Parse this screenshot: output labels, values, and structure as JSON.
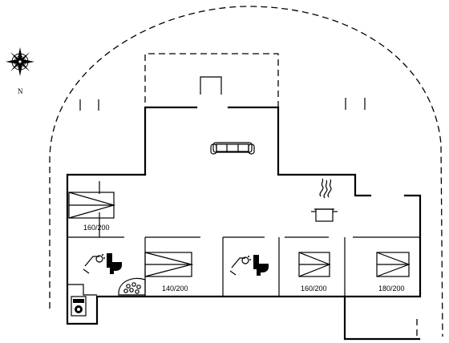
{
  "compass": {
    "north_label": "N",
    "icon": "compass-rose-icon"
  },
  "beds": [
    {
      "id": "bed-1",
      "size_label": "160/200"
    },
    {
      "id": "bed-2",
      "size_label": "140/200"
    },
    {
      "id": "bed-3",
      "size_label": "160/200"
    },
    {
      "id": "bed-4",
      "size_label": "180/200"
    }
  ],
  "fixtures": [
    "sofa-icon",
    "cooking-pot-icon",
    "shower-icon",
    "toilet-icon",
    "sauna-icon",
    "washing-machine-icon"
  ]
}
